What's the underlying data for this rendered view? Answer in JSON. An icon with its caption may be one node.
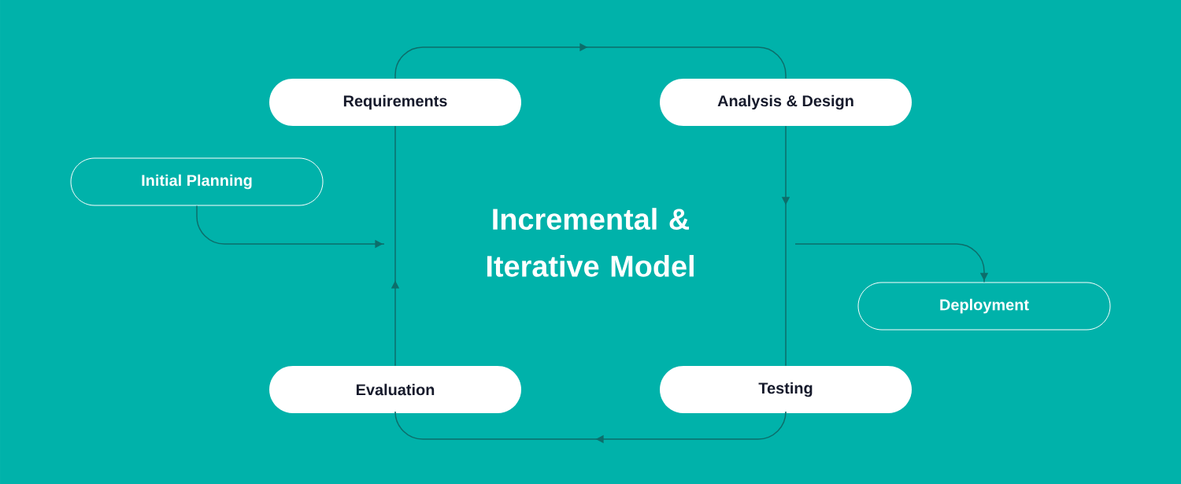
{
  "diagram": {
    "title": "Incremental & Iterative Model",
    "nodes": [
      {
        "text": [
          "Requirements"
        ]
      },
      {
        "text": [
          "Analysis & Design"
        ]
      },
      {
        "text": [
          "Initial Planning"
        ]
      },
      {
        "text": [
          "Deployment"
        ]
      },
      {
        "text": [
          "Evaluation"
        ]
      },
      {
        "text": [
          "Testing"
        ]
      }
    ],
    "edges": [
      {
        "from": 0,
        "to": 1,
        "arrow": "to"
      },
      {
        "from": 1,
        "to": 5,
        "arrow": "to"
      },
      {
        "from": 5,
        "to": 4,
        "arrow": "to"
      },
      {
        "from": 4,
        "to": 0,
        "arrow": "to"
      },
      {
        "from": 2,
        "to": null,
        "arrow": "to"
      },
      {
        "from": null,
        "to": 3,
        "arrow": "to"
      }
    ]
  }
}
